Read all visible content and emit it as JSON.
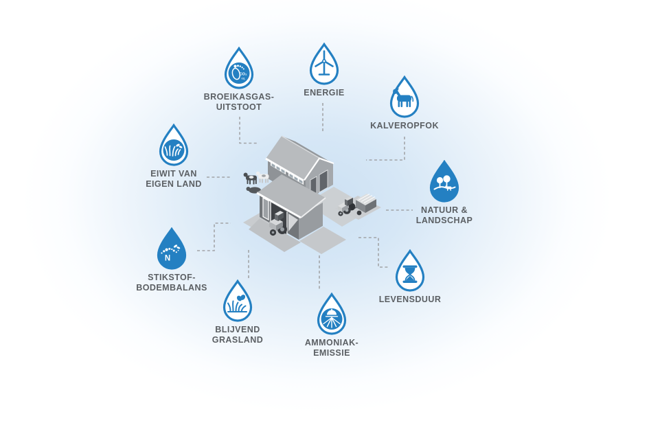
{
  "colors": {
    "drop_blue": "#2480c2",
    "label_gray": "#5b5f63",
    "connector_gray": "#a2a4a7",
    "center_glow": "#cce0f2"
  },
  "nodes": [
    {
      "id": "broeikasgas-uitstoot",
      "icon": "co2-footprint",
      "label_lines": [
        "BROEIKASGAS-",
        "UITSTOOT"
      ],
      "icon_text_main": "CO₂",
      "icon_text_sub": "eq."
    },
    {
      "id": "energie",
      "icon": "wind-turbine",
      "label_lines": [
        "ENERGIE"
      ]
    },
    {
      "id": "kalveropfok",
      "icon": "calf",
      "label_lines": [
        "KALVEROPFOK"
      ]
    },
    {
      "id": "natuur-landschap",
      "icon": "trees-and-cow",
      "label_lines": [
        "NATUUR &",
        "LANDSCHAP"
      ]
    },
    {
      "id": "levensduur",
      "icon": "hourglass",
      "label_lines": [
        "LEVENSDUUR"
      ]
    },
    {
      "id": "ammoniak-emissie",
      "icon": "manure-injector",
      "label_lines": [
        "AMMONIAK-",
        "EMISSIE"
      ]
    },
    {
      "id": "blijvend-grasland",
      "icon": "grass-and-butterfly",
      "label_lines": [
        "BLIJVEND",
        "GRASLAND"
      ]
    },
    {
      "id": "stikstof-bodembalans",
      "icon": "nitrogen-soil-balance",
      "label_lines": [
        "STIKSTOF-",
        "BODEMBALANS"
      ],
      "icon_letter": "N"
    },
    {
      "id": "eiwit-van-eigen-land",
      "icon": "grass-protein",
      "label_lines": [
        "EIWIT VAN",
        "EIGEN LAND"
      ]
    }
  ],
  "center_illustration": {
    "name": "dairy-farm-isometric",
    "elements": [
      "barn-with-gable-roof",
      "machine-shed",
      "cow-herd",
      "tractor-in-shed",
      "tractor-with-trailer"
    ]
  }
}
